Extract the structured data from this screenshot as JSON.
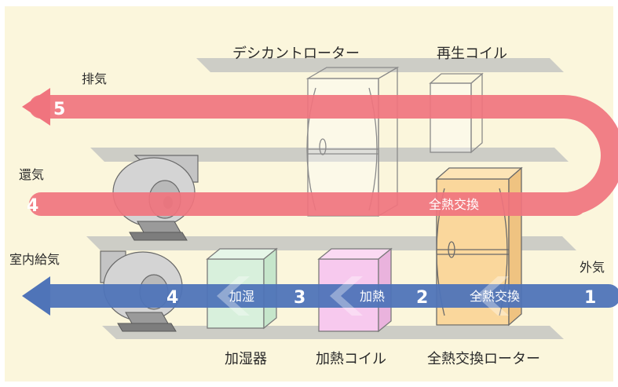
{
  "colors": {
    "panel": "#fbf6dc",
    "shelf": "#cdcdc6",
    "exhaust": "#f0747e",
    "supply": "#4f74b8",
    "label_text": "#ffffff",
    "caption_text": "#2a2a2a",
    "heat_wheel_fill": "#fad79c",
    "humidifier_fill": "#d8f0dc",
    "heating_coil_fill": "#f7c9ee"
  },
  "labels": {
    "desiccant_rotor": "デシカントローター",
    "regeneration_coil": "再生コイル",
    "exhaust_air": "排気",
    "return_air": "還気",
    "supply_air": "室内給気",
    "outside_air": "外気",
    "total_heat_exchange": "全熱交換",
    "humidify": "加湿",
    "heating": "加熱",
    "humidifier": "加湿器",
    "heating_coil": "加熱コイル",
    "heat_exchange_rotor": "全熱交換ローター"
  },
  "steps": {
    "s1": "1",
    "s2": "2",
    "s3": "3",
    "s4_supply": "4",
    "s4_return": "4",
    "s5": "5"
  }
}
